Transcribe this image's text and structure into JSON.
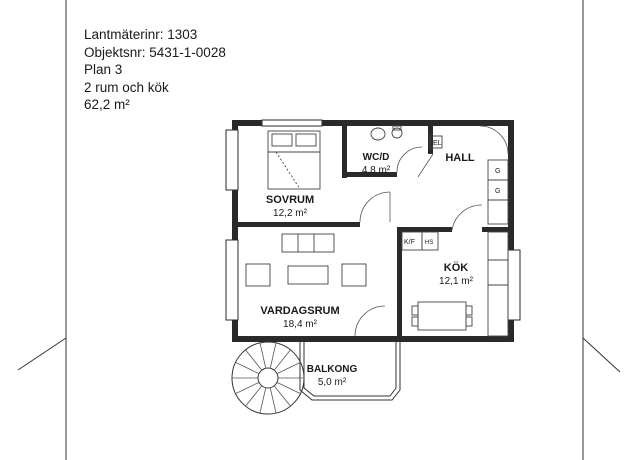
{
  "info": {
    "lantmateri": "Lantmäterinr: 1303",
    "objekt": "Objektsnr: 5431-1-0028",
    "plan": "Plan 3",
    "rooms_desc": "2 rum och kök",
    "total_area": "62,2 m²"
  },
  "rooms": {
    "sovrum": {
      "name": "SOVRUM",
      "area": "12,2 m²"
    },
    "wc": {
      "name": "WC/D",
      "area": "4,8 m²"
    },
    "hall": {
      "name": "HALL"
    },
    "kok": {
      "name": "KÖK",
      "area": "12,1 m²"
    },
    "vardagsrum": {
      "name": "VARDAGSRUM",
      "area": "18,4 m²"
    },
    "balkong": {
      "name": "BALKONG",
      "area": "5,0 m²"
    }
  },
  "fixtures": {
    "el": "EL",
    "g1": "G",
    "g2": "G",
    "kf": "K/F",
    "hs": "HS"
  }
}
